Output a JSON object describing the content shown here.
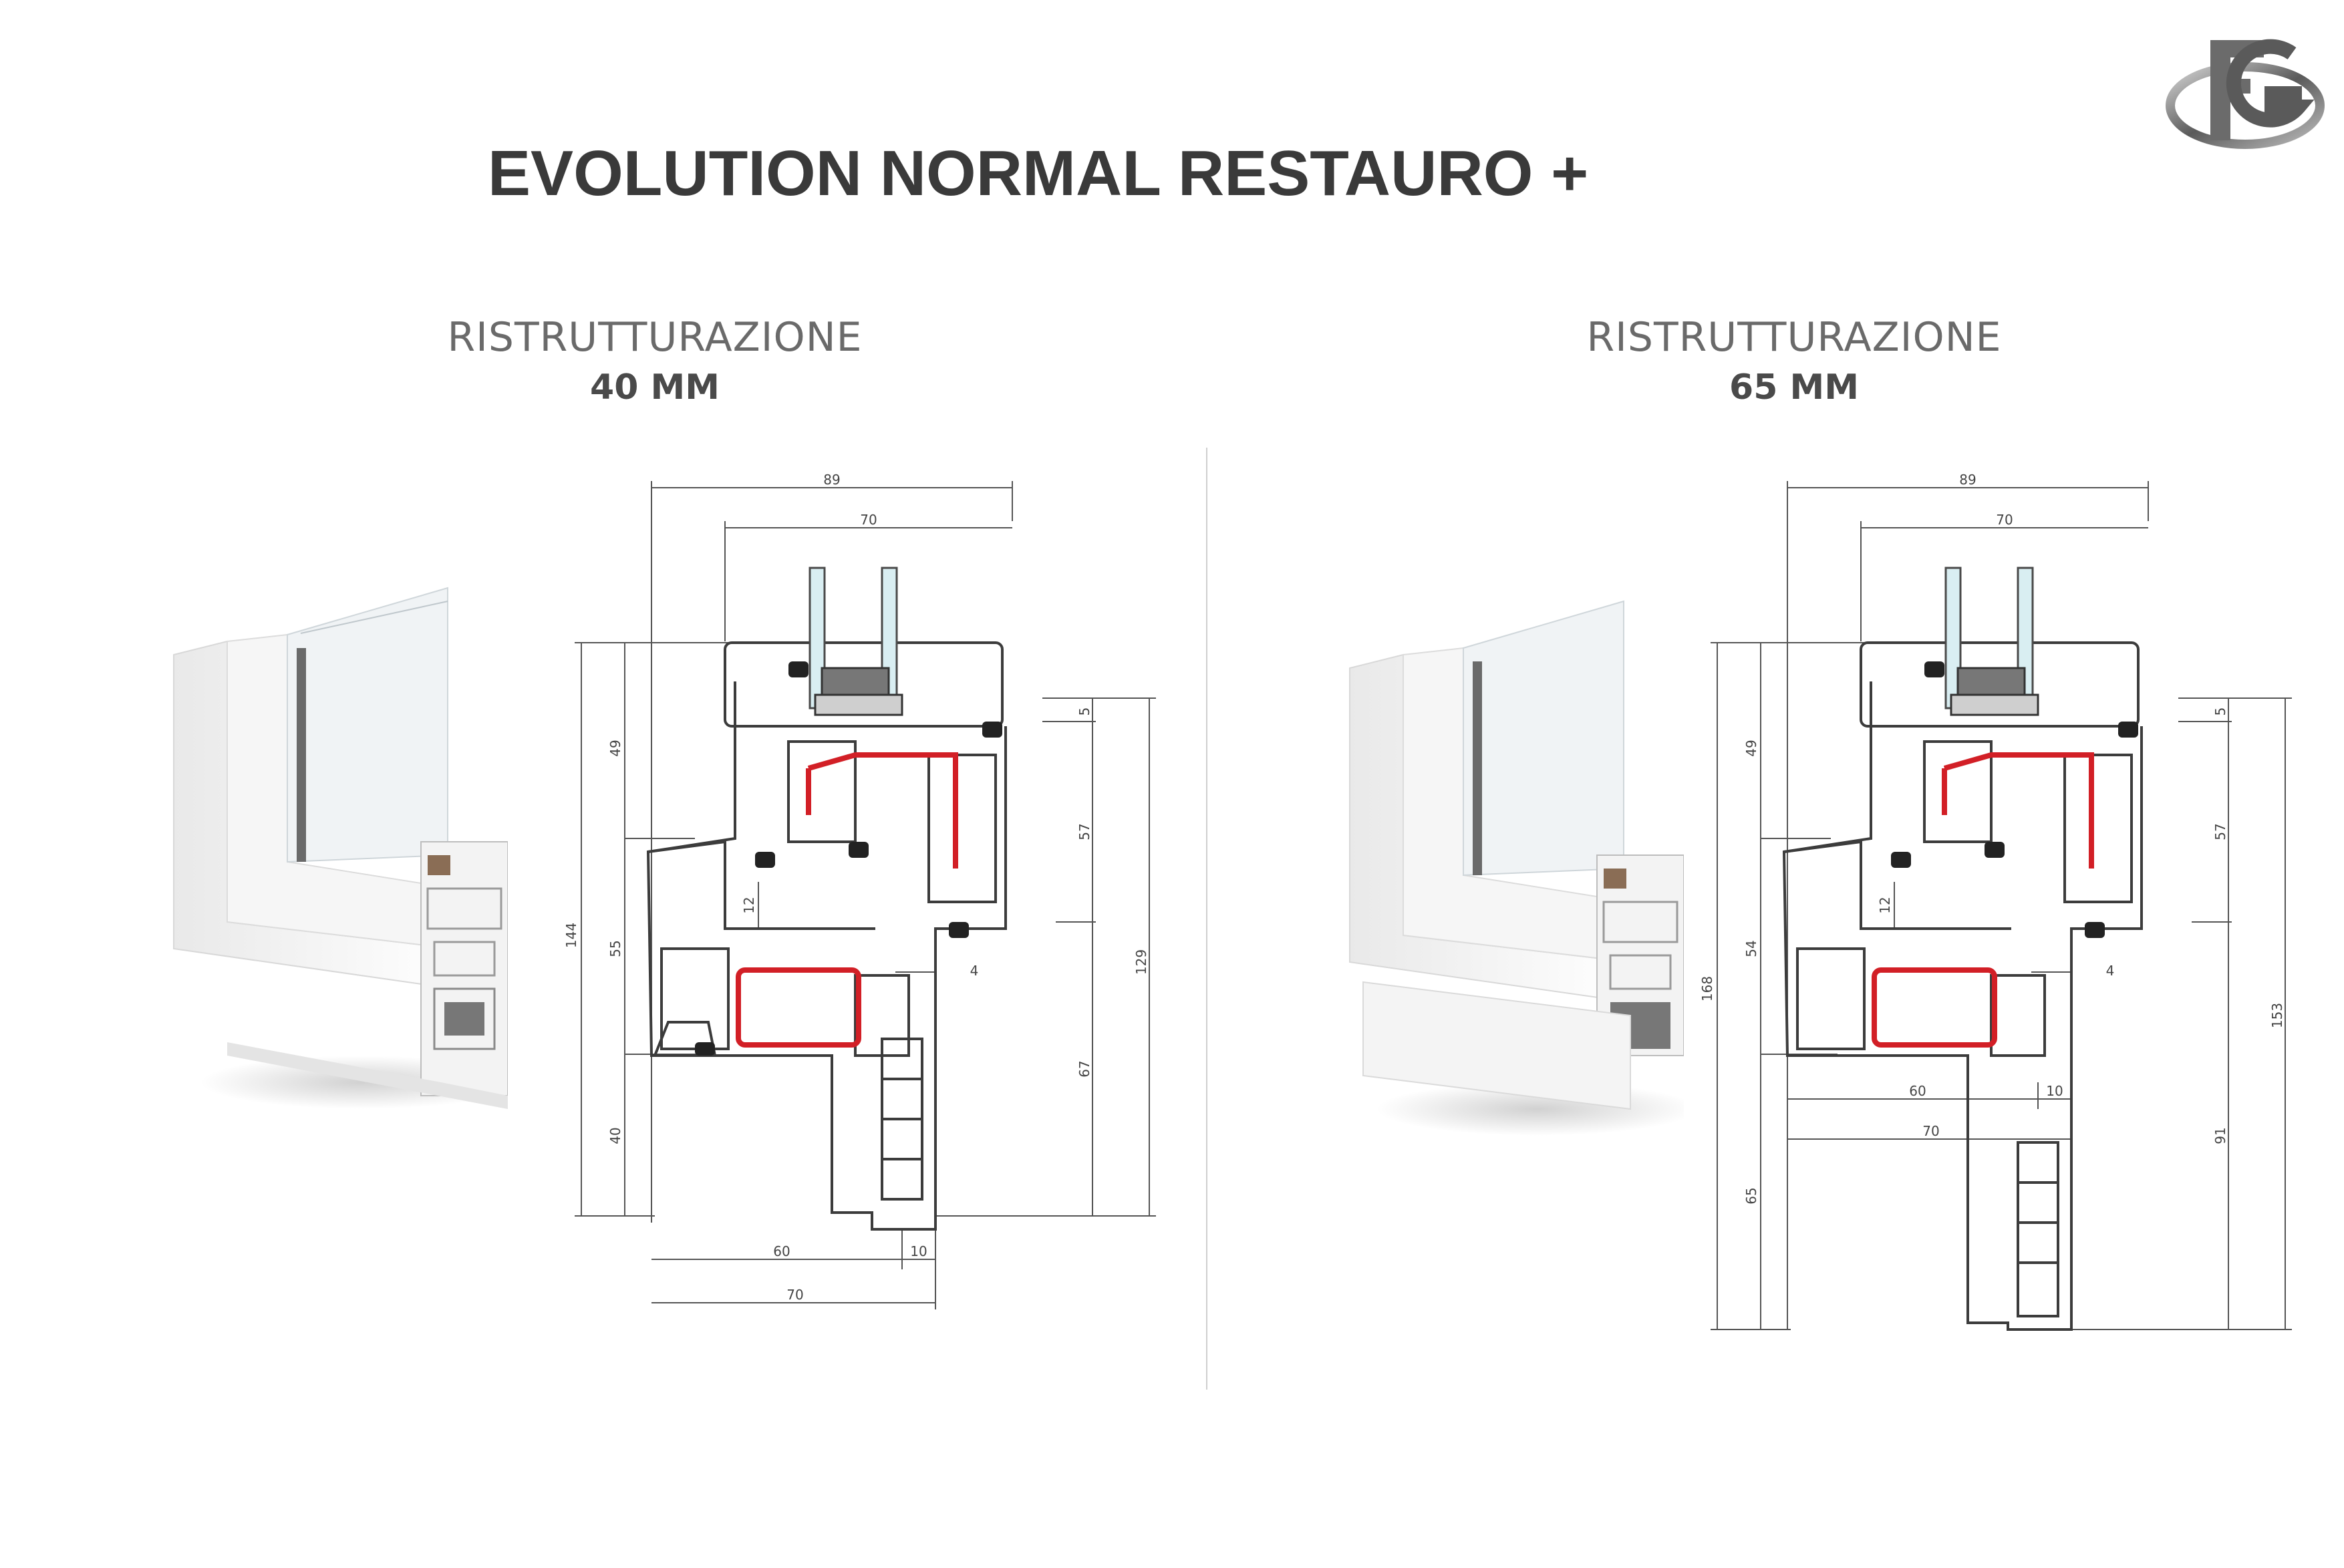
{
  "title": "EVOLUTION NORMAL RESTAURO +",
  "sections": [
    {
      "subtitle": "RISTRUTTURAZIONE",
      "size": "40 MM",
      "dims": {
        "top_overall": "89",
        "top_glazing": "70",
        "sash_height": "49",
        "mid_height": "55",
        "bottom_ext": "40",
        "total_left": "144",
        "right_top": "5",
        "right_mid": "57",
        "right_bottom": "67",
        "total_right": "129",
        "inner_gap": "12",
        "small_offset": "4",
        "bottom_60": "60",
        "bottom_10": "10",
        "bottom_70": "70"
      }
    },
    {
      "subtitle": "RISTRUTTURAZIONE",
      "size": "65 MM",
      "dims": {
        "top_overall": "89",
        "top_glazing": "70",
        "sash_height": "49",
        "mid_height": "54",
        "bottom_ext": "65",
        "total_left": "168",
        "right_top": "5",
        "right_mid": "57",
        "right_bottom": "91",
        "total_right": "153",
        "inner_gap": "12",
        "small_offset": "4",
        "bottom_60": "60",
        "bottom_10": "10",
        "bottom_70": "70"
      }
    }
  ],
  "colors": {
    "title": "#3a3a3a",
    "reinforcement": "#d21f26",
    "outline": "#3c3c3c",
    "dimension": "#555555"
  }
}
